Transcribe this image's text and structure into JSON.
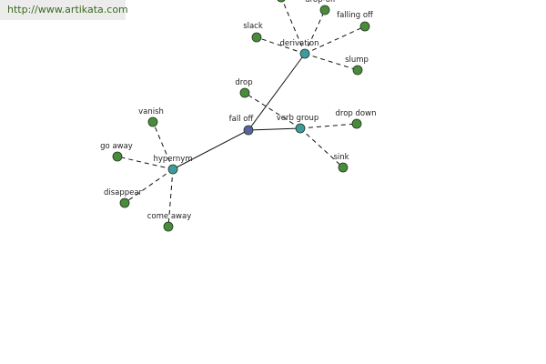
{
  "banner": {
    "url": "http://www.artikata.com"
  },
  "graph": {
    "nodes": [
      {
        "id": "fall-off",
        "label": "fall off",
        "kind": "center",
        "color": "#5a5fa6"
      },
      {
        "id": "derivation",
        "label": "derivation",
        "kind": "relation",
        "color": "#3e9aa0"
      },
      {
        "id": "verb-group",
        "label": "verb group",
        "kind": "relation",
        "color": "#3e9aa0"
      },
      {
        "id": "hypernym",
        "label": "hypernym",
        "kind": "relation",
        "color": "#3e9aa0"
      },
      {
        "id": "drop-off",
        "label": "drop-off",
        "kind": "word",
        "color": "#4a8a3c"
      },
      {
        "id": "falling-off",
        "label": "falling off",
        "kind": "word",
        "color": "#4a8a3c"
      },
      {
        "id": "slack",
        "label": "slack",
        "kind": "word",
        "color": "#4a8a3c"
      },
      {
        "id": "slump",
        "label": "slump",
        "kind": "word",
        "color": "#4a8a3c"
      },
      {
        "id": "top-partial",
        "label": "",
        "kind": "word",
        "color": "#4a8a3c"
      },
      {
        "id": "drop",
        "label": "drop",
        "kind": "word",
        "color": "#4a8a3c"
      },
      {
        "id": "drop-down",
        "label": "drop down",
        "kind": "word",
        "color": "#4a8a3c"
      },
      {
        "id": "sink",
        "label": "sink",
        "kind": "word",
        "color": "#4a8a3c"
      },
      {
        "id": "vanish",
        "label": "vanish",
        "kind": "word",
        "color": "#4a8a3c"
      },
      {
        "id": "go-away",
        "label": "go away",
        "kind": "word",
        "color": "#4a8a3c"
      },
      {
        "id": "disappear",
        "label": "disappear",
        "kind": "word",
        "color": "#4a8a3c"
      },
      {
        "id": "come-away",
        "label": "come away",
        "kind": "word",
        "color": "#4a8a3c"
      }
    ],
    "edges": [
      {
        "from": "fall-off",
        "to": "derivation",
        "style": "solid"
      },
      {
        "from": "fall-off",
        "to": "verb-group",
        "style": "solid"
      },
      {
        "from": "fall-off",
        "to": "hypernym",
        "style": "solid"
      },
      {
        "from": "derivation",
        "to": "drop-off",
        "style": "dashed"
      },
      {
        "from": "derivation",
        "to": "falling-off",
        "style": "dashed"
      },
      {
        "from": "derivation",
        "to": "slack",
        "style": "dashed"
      },
      {
        "from": "derivation",
        "to": "slump",
        "style": "dashed"
      },
      {
        "from": "derivation",
        "to": "top-partial",
        "style": "dashed"
      },
      {
        "from": "verb-group",
        "to": "drop",
        "style": "dashed"
      },
      {
        "from": "verb-group",
        "to": "drop-down",
        "style": "dashed"
      },
      {
        "from": "verb-group",
        "to": "sink",
        "style": "dashed"
      },
      {
        "from": "hypernym",
        "to": "vanish",
        "style": "dashed"
      },
      {
        "from": "hypernym",
        "to": "go-away",
        "style": "dashed"
      },
      {
        "from": "hypernym",
        "to": "disappear",
        "style": "dashed"
      },
      {
        "from": "hypernym",
        "to": "come-away",
        "style": "dashed"
      }
    ]
  }
}
